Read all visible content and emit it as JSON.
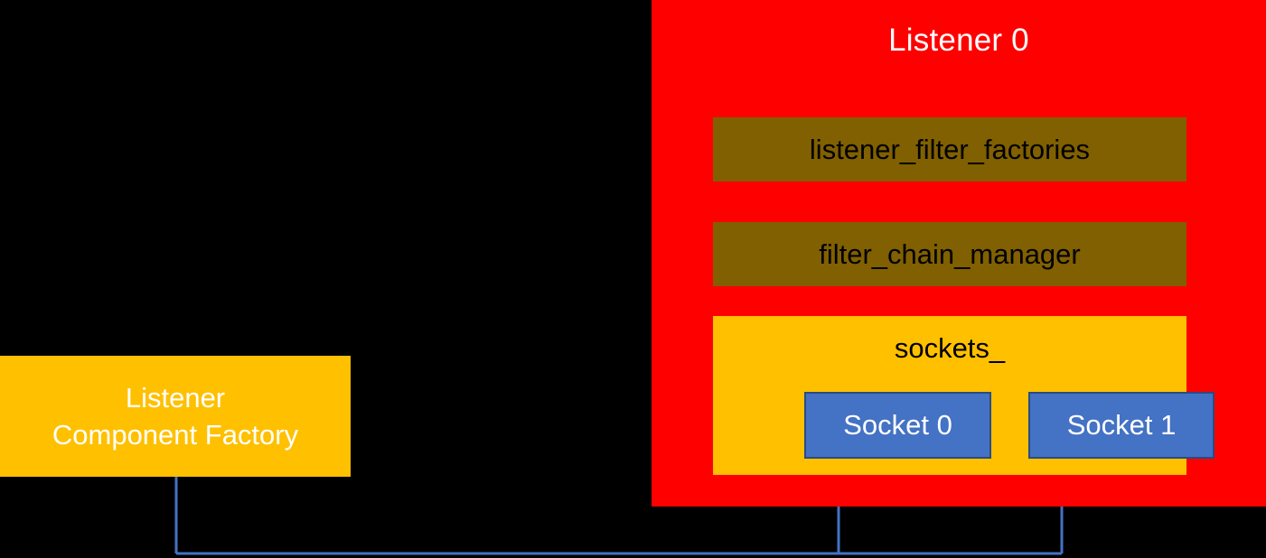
{
  "diagram": {
    "background_color": "#000000",
    "listener": {
      "title": "Listener 0",
      "panel_color": "#FF0000",
      "title_color": "#FFFFFF",
      "members": [
        {
          "label": "listener_filter_factories",
          "color": "#806000",
          "text_color": "#000000"
        },
        {
          "label": "filter_chain_manager",
          "color": "#806000",
          "text_color": "#000000"
        }
      ],
      "sockets_group": {
        "label": "sockets_",
        "color": "#FFC000",
        "text_color": "#000000",
        "sockets": [
          {
            "label": "Socket 0",
            "fill": "#4472C4",
            "border": "#2A4B82",
            "text_color": "#FFFFFF"
          },
          {
            "label": "Socket 1",
            "fill": "#4472C4",
            "border": "#2A4B82",
            "text_color": "#FFFFFF"
          }
        ]
      }
    },
    "factory": {
      "line1": "Listener",
      "line2": "Component Factory",
      "color": "#FFC000",
      "text_color": "#FFFFFF"
    },
    "connectors": {
      "color": "#4472C4",
      "arrow_color": "#4472C4",
      "description": "Listener Component Factory connects upward into Socket 0 and Socket 1"
    }
  }
}
